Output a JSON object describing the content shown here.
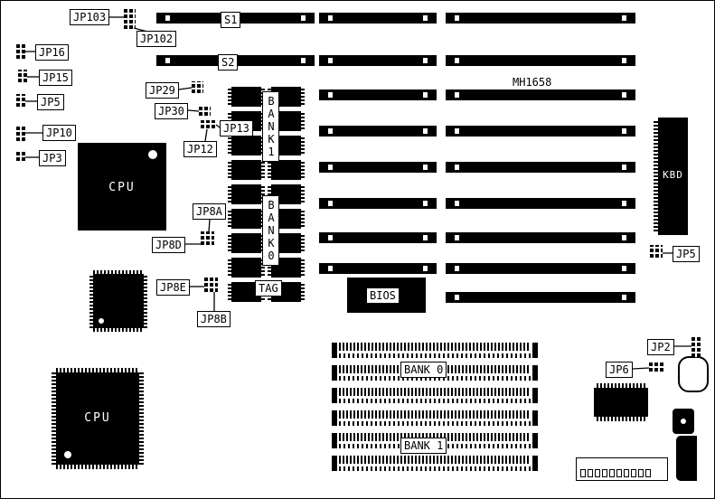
{
  "board": {
    "model": "MH1658",
    "cpu_top_label": "CPU",
    "cpu_bottom_label": "CPU",
    "kbd_label": "KBD",
    "bios_label": "BIOS",
    "tag_label": "TAG",
    "cache_bank1_label": "BANK1",
    "cache_bank0_label": "BANK0",
    "slot_s1_label": "S1",
    "slot_s2_label": "S2",
    "simm_bank0_label": "BANK 0",
    "simm_bank1_label": "BANK 1",
    "jumpers": {
      "jp103": "JP103",
      "jp102": "JP102",
      "jp16": "JP16",
      "jp15": "JP15",
      "jp5_left": "JP5",
      "jp10": "JP10",
      "jp3": "JP3",
      "jp29": "JP29",
      "jp30": "JP30",
      "jp13": "JP13",
      "jp12": "JP12",
      "jp8a": "JP8A",
      "jp8d": "JP8D",
      "jp8e": "JP8E",
      "jp8b": "JP8B",
      "jp5_right": "JP5",
      "jp2": "JP2",
      "jp6": "JP6"
    },
    "colors": {
      "ink": "#000000",
      "paper": "#ffffff"
    }
  }
}
